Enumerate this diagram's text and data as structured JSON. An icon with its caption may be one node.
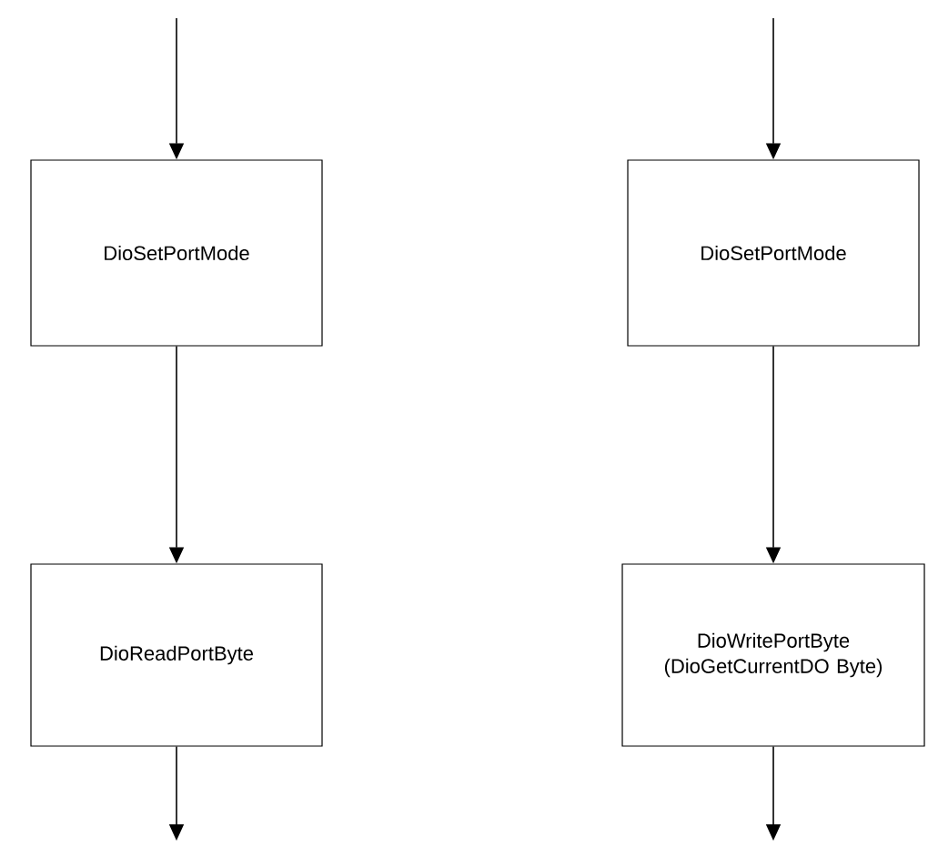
{
  "diagram": {
    "nodes": [
      {
        "text": [
          "DioSetPortMode"
        ]
      },
      {
        "text": [
          "DioReadPortByte"
        ]
      },
      {
        "text": [
          "DioSetPortMode"
        ]
      },
      {
        "text": [
          "DioWritePortByte (DioGetCurrentDO Byte)"
        ]
      }
    ],
    "edges": [
      {
        "from": null,
        "to": 0,
        "arrow": "to"
      },
      {
        "from": 0,
        "to": 1,
        "arrow": "to"
      },
      {
        "from": 1,
        "to": null,
        "arrow": "to"
      },
      {
        "from": null,
        "to": 2,
        "arrow": "to"
      },
      {
        "from": 2,
        "to": 3,
        "arrow": "to"
      },
      {
        "from": 3,
        "to": null,
        "arrow": "to"
      }
    ]
  }
}
